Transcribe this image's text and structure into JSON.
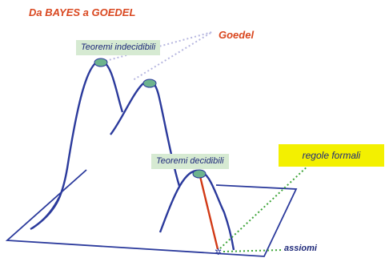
{
  "title": "Da BAYES a GOEDEL",
  "labels": {
    "goedel": "Goedel",
    "teoremi_indecidibili": "Teoremi indecidibili",
    "teoremi_decidibili": "Teoremi decidibili",
    "regole_formali": "regole formali",
    "assiomi": "assiomi"
  },
  "colors": {
    "title": "#d9471f",
    "curve": "#2b3a9c",
    "label_bg": "#d6ead2",
    "peak_node": "#6db38e",
    "proof_path": "#d23a16",
    "regole_bg": "#f3f000",
    "goedel_link": "#b7b7e0",
    "regole_link": "#3fa53a",
    "assiomi_link": "#3fa53a"
  }
}
